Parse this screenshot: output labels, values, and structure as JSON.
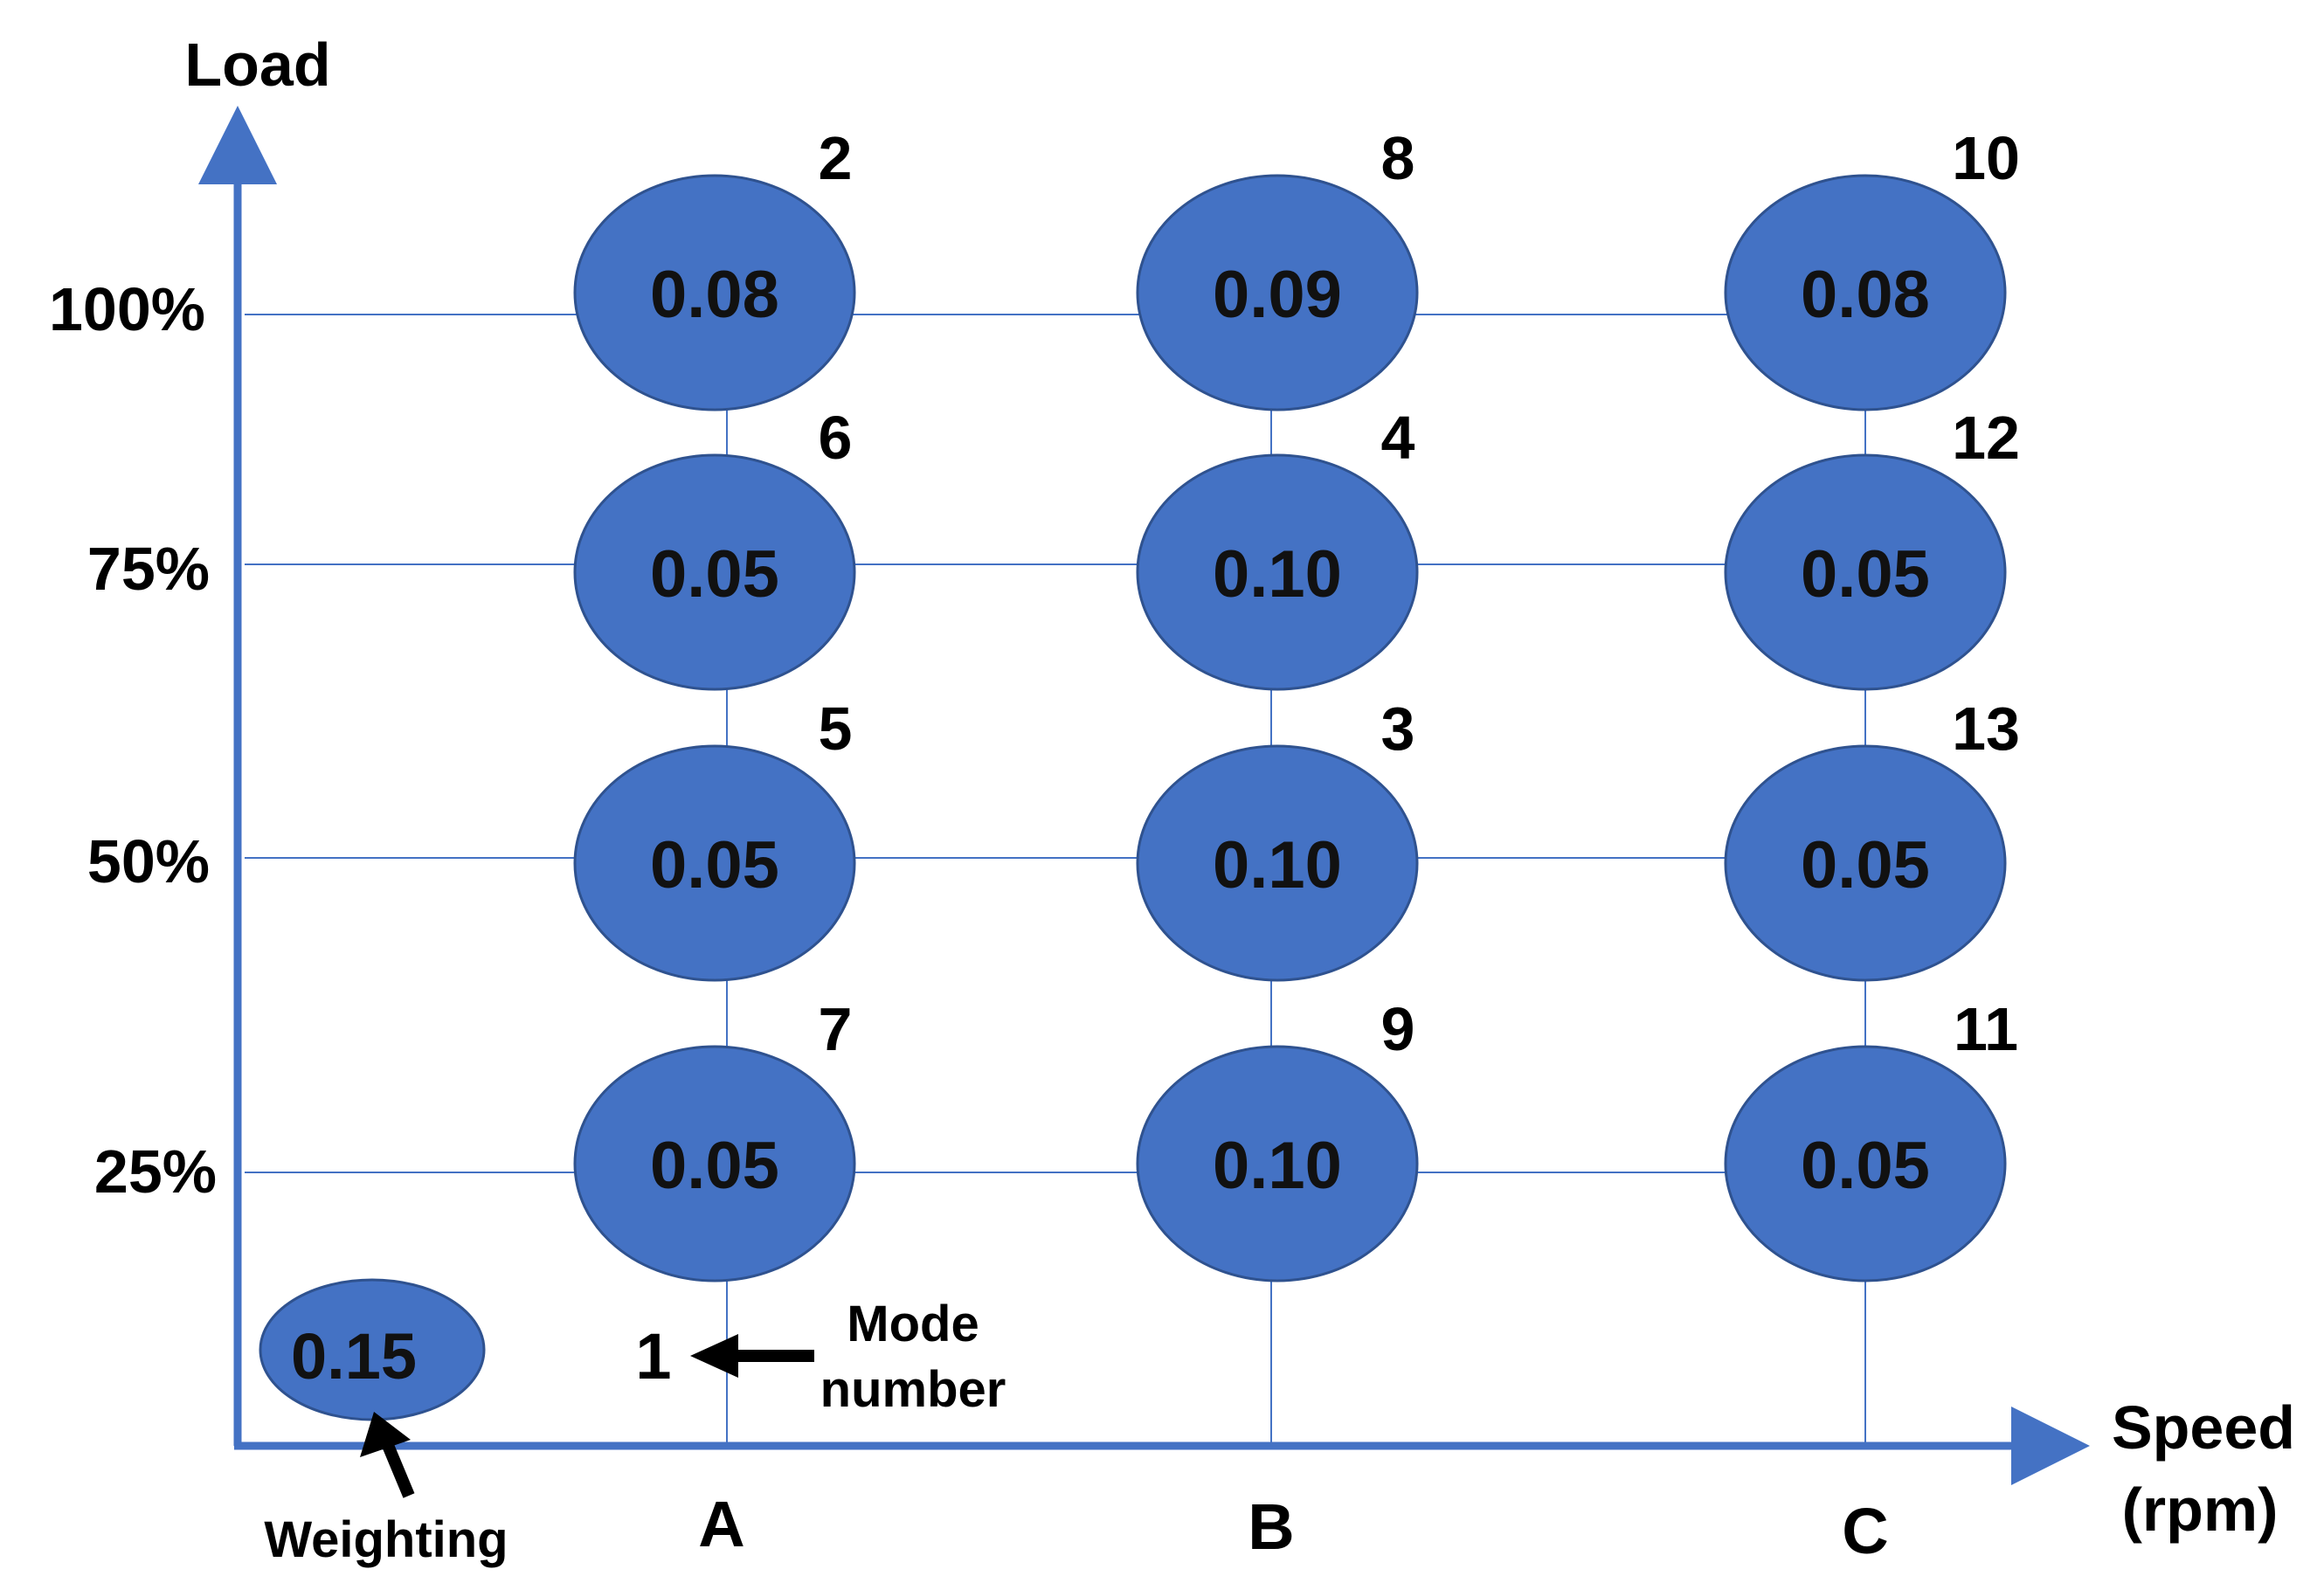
{
  "colors": {
    "axis": "#4472C4",
    "grid": "#4472C4",
    "ellipse_fill": "#4472C4",
    "ellipse_stroke": "#2F528F",
    "text": "#000000"
  },
  "axes": {
    "y_title": "Load",
    "x_title_line1": "Speed",
    "x_title_line2": "(rpm)",
    "y_ticks": [
      "100%",
      "75%",
      "50%",
      "25%"
    ],
    "x_ticks": [
      "A",
      "B",
      "C"
    ]
  },
  "idle": {
    "value": "0.15",
    "caption": "Weighting"
  },
  "annotation": {
    "mode_digit": "1",
    "line1": "Mode",
    "line2": "number"
  },
  "modes": [
    {
      "speed": "A",
      "load": "100%",
      "mode": "2",
      "weight": "0.08"
    },
    {
      "speed": "A",
      "load": "75%",
      "mode": "6",
      "weight": "0.05"
    },
    {
      "speed": "A",
      "load": "50%",
      "mode": "5",
      "weight": "0.05"
    },
    {
      "speed": "A",
      "load": "25%",
      "mode": "7",
      "weight": "0.05"
    },
    {
      "speed": "B",
      "load": "100%",
      "mode": "8",
      "weight": "0.09"
    },
    {
      "speed": "B",
      "load": "75%",
      "mode": "4",
      "weight": "0.10"
    },
    {
      "speed": "B",
      "load": "50%",
      "mode": "3",
      "weight": "0.10"
    },
    {
      "speed": "B",
      "load": "25%",
      "mode": "9",
      "weight": "0.10"
    },
    {
      "speed": "C",
      "load": "100%",
      "mode": "10",
      "weight": "0.08"
    },
    {
      "speed": "C",
      "load": "75%",
      "mode": "12",
      "weight": "0.05"
    },
    {
      "speed": "C",
      "load": "50%",
      "mode": "13",
      "weight": "0.05"
    },
    {
      "speed": "C",
      "load": "25%",
      "mode": "11",
      "weight": "0.05"
    }
  ]
}
